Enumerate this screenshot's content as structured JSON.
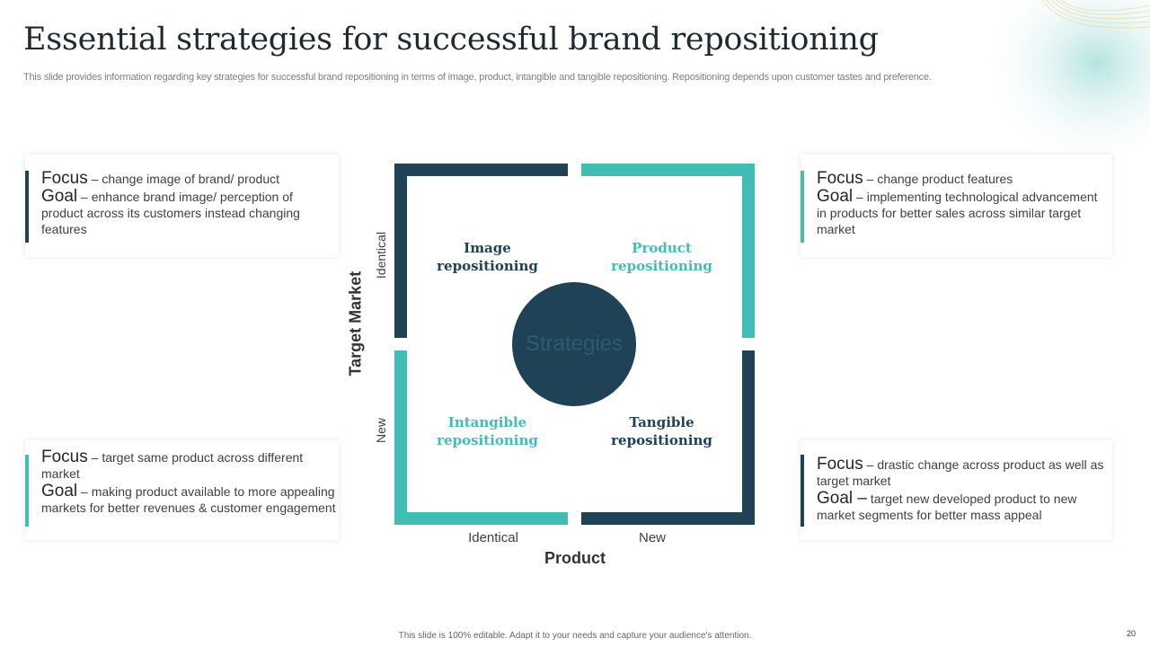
{
  "header": {
    "title": "Essential strategies for successful brand repositioning",
    "subtitle": "This slide provides information regarding key strategies for successful brand repositioning in terms of image, product, intangible and tangible repositioning. Repositioning depends upon customer tastes and preference."
  },
  "colors": {
    "dark": "#1f4257",
    "teal": "#42bdb5"
  },
  "cards": {
    "top_left": {
      "focus_label": "Focus",
      "focus_text": " – change image of brand/ product",
      "goal_label": "Goal",
      "goal_text": " – enhance brand image/ perception of product across its customers instead changing features"
    },
    "top_right": {
      "focus_label": "Focus",
      "focus_text": " – change product features",
      "goal_label": "Goal",
      "goal_text": " – implementing technological advancement in products for better sales across similar target market"
    },
    "bottom_left": {
      "focus_label": "Focus",
      "focus_text": " – target same product across different market",
      "goal_label": "Goal",
      "goal_text": " – making product available to more appealing markets for better revenues & customer engagement"
    },
    "bottom_right": {
      "focus_label": "Focus",
      "focus_text": " – drastic change across product as well as target market",
      "goal_label": "Goal –",
      "goal_text": " target new developed product to new market segments for better mass appeal"
    }
  },
  "matrix": {
    "quadrants": {
      "top_left": "Image repositioning",
      "top_right": "Product repositioning",
      "bottom_left": "Intangible repositioning",
      "bottom_right": "Tangible repositioning"
    },
    "center": "Strategies",
    "y_axis": {
      "title": "Target Market",
      "top": "Identical",
      "bottom": "New"
    },
    "x_axis": {
      "title": "Product",
      "left": "Identical",
      "right": "New"
    }
  },
  "footer": {
    "note": "This slide is 100% editable. Adapt it to your needs and capture your audience's attention.",
    "page": "20"
  }
}
